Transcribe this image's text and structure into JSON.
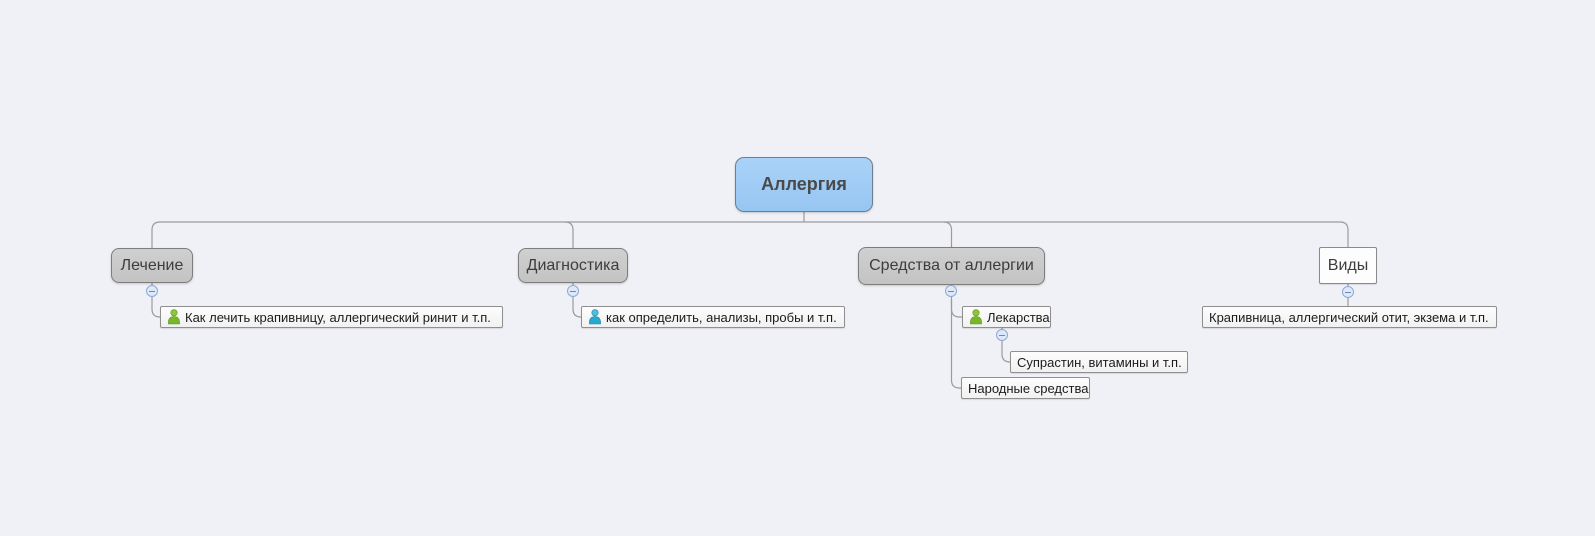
{
  "mindmap": {
    "root": {
      "label": "Аллергия"
    },
    "topics": [
      {
        "label": "Лечение",
        "children": [
          {
            "label": "Как лечить крапивницу, аллергический ринит и т.п.",
            "marker": "person-green"
          }
        ]
      },
      {
        "label": "Диагностика",
        "children": [
          {
            "label": "как определить, анализы, пробы и т.п.",
            "marker": "person-blue"
          }
        ]
      },
      {
        "label": "Средства от аллергии",
        "children": [
          {
            "label": "Лекарства",
            "marker": "person-green",
            "children": [
              {
                "label": "Супрастин, витамины и т.п."
              }
            ]
          },
          {
            "label": "Народные средства"
          }
        ]
      },
      {
        "label": "Виды",
        "children": [
          {
            "label": "Крапивница, аллергический отит, экзема и т.п."
          }
        ]
      }
    ],
    "icons": {
      "collapse": "minus-circle-icon",
      "marker_green": "person-green-icon",
      "marker_blue": "person-blue-icon"
    },
    "colors": {
      "background": "#f0f1f6",
      "root_fill": "#9fcbf4",
      "topic_fill": "#c9c9c9",
      "plain_topic_fill": "#fdfdfd",
      "child_fill": "#f7f7f7",
      "node_border": "#7d7d7d",
      "connector": "#9b9b9b",
      "collapse_fill": "#dde9f8",
      "collapse_border": "#8da9d6",
      "marker_green": "#76b82a",
      "marker_blue": "#29a8cd",
      "root_text": "#4a4a4a",
      "topic_text": "#3d3d3d"
    }
  }
}
